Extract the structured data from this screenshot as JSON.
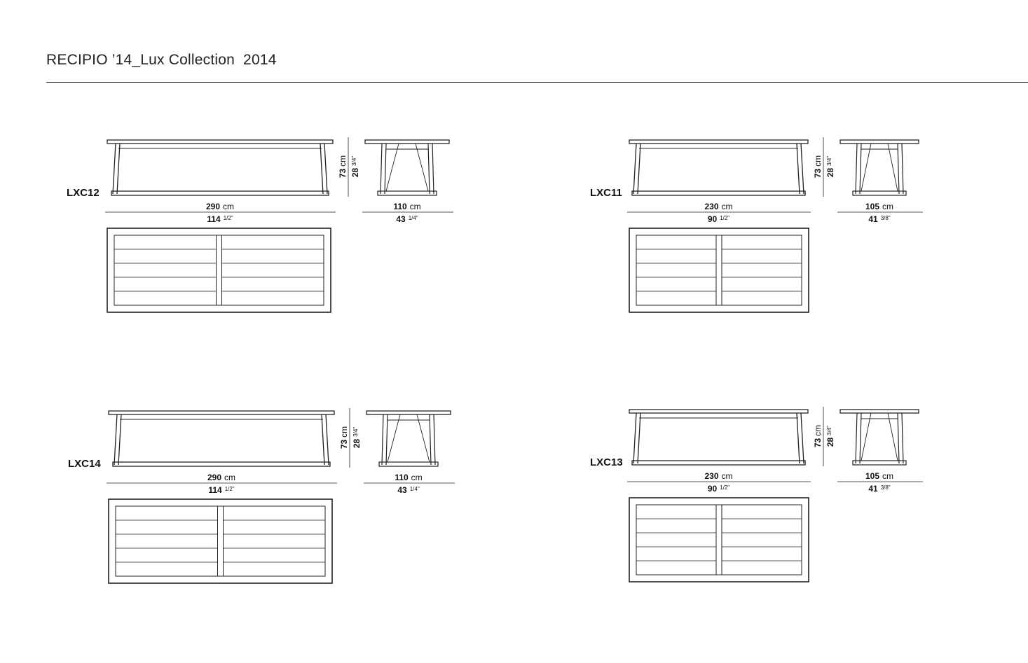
{
  "header": {
    "title": "RECIPIO ’14_Lux Collection  2014"
  },
  "products": [
    {
      "code": "LXC12",
      "height_cm_num": "73",
      "height_cm_unit": "cm",
      "height_in_num": "28",
      "height_in_frac": "3/4\"",
      "length_cm_num": "290",
      "length_cm_unit": "cm",
      "length_in_num": "114",
      "length_in_frac": "1/2\"",
      "depth_cm_num": "110",
      "depth_cm_unit": "cm",
      "depth_in_num": "43",
      "depth_in_frac": "1/4\""
    },
    {
      "code": "LXC11",
      "height_cm_num": "73",
      "height_cm_unit": "cm",
      "height_in_num": "28",
      "height_in_frac": "3/4\"",
      "length_cm_num": "230",
      "length_cm_unit": "cm",
      "length_in_num": "90",
      "length_in_frac": "1/2\"",
      "depth_cm_num": "105",
      "depth_cm_unit": "cm",
      "depth_in_num": "41",
      "depth_in_frac": "3/8\""
    },
    {
      "code": "LXC14",
      "height_cm_num": "73",
      "height_cm_unit": "cm",
      "height_in_num": "28",
      "height_in_frac": "3/4\"",
      "length_cm_num": "290",
      "length_cm_unit": "cm",
      "length_in_num": "114",
      "length_in_frac": "1/2\"",
      "depth_cm_num": "110",
      "depth_cm_unit": "cm",
      "depth_in_num": "43",
      "depth_in_frac": "1/4\""
    },
    {
      "code": "LXC13",
      "height_cm_num": "73",
      "height_cm_unit": "cm",
      "height_in_num": "28",
      "height_in_frac": "3/4\"",
      "length_cm_num": "230",
      "length_cm_unit": "cm",
      "length_in_num": "90",
      "length_in_frac": "1/2\"",
      "depth_cm_num": "105",
      "depth_cm_unit": "cm",
      "depth_in_num": "41",
      "depth_in_frac": "3/8\""
    }
  ]
}
